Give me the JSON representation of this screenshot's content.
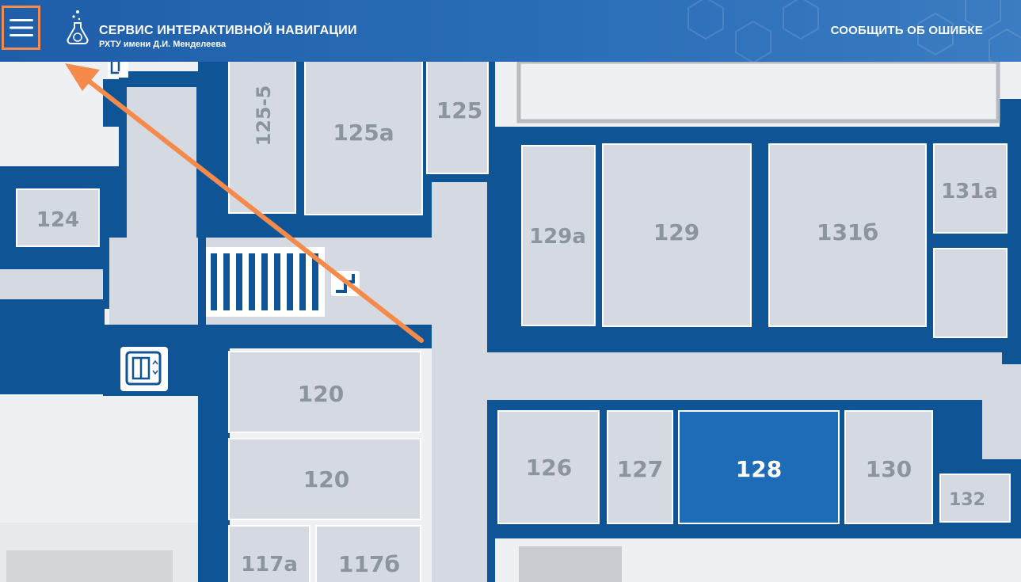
{
  "header": {
    "title": "СЕРВИС ИНТЕРАКТИВНОЙ НАВИГАЦИИ",
    "subtitle": "РХТУ имени Д.И. Менделеева",
    "report_label": "СООБЩИТЬ ОБ ОШИБКЕ",
    "menu_icon": "hamburger-menu-icon",
    "logo_icon": "flask-logo-icon"
  },
  "colors": {
    "header": "#2a6eb8",
    "wall": "#0f5595",
    "room": "#d5dae2",
    "selected_room": "#1e6bb8",
    "highlight_annotation": "#f58a4b",
    "label": "#8c949e"
  },
  "map": {
    "selected_room": "128",
    "rooms": {
      "r124": "124",
      "r1255": "125-5",
      "r125a": "125а",
      "r125": "125",
      "r129a": "129а",
      "r129": "129",
      "r131b": "131б",
      "r131a": "131а",
      "r120a": "120",
      "r120b": "120",
      "r126": "126",
      "r127": "127",
      "r128": "128",
      "r130": "130",
      "r132": "132",
      "r117a": "117а",
      "r117b": "117б"
    },
    "icons": [
      "elevator-icon",
      "stairs-icon",
      "exit-door-icon"
    ]
  }
}
